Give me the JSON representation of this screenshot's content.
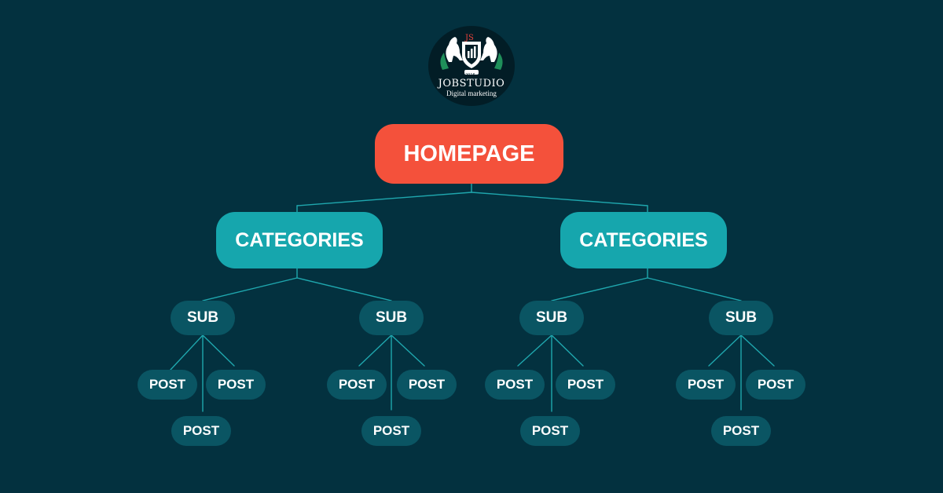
{
  "brand": {
    "name": "JOBSTUDIO",
    "tagline": "Digital marketing",
    "monogram": "JS",
    "year": "2016"
  },
  "colors": {
    "background": "#03313f",
    "homepage": "#f4513b",
    "category": "#16a6ad",
    "sub": "#0a5563",
    "connector": "#1fa7ae"
  },
  "tree": {
    "root": "HOMEPAGE",
    "categories": [
      {
        "label": "CATEGORIES",
        "subs": [
          {
            "label": "SUB",
            "posts": [
              "POST",
              "POST",
              "POST"
            ]
          },
          {
            "label": "SUB",
            "posts": [
              "POST",
              "POST",
              "POST"
            ]
          }
        ]
      },
      {
        "label": "CATEGORIES",
        "subs": [
          {
            "label": "SUB",
            "posts": [
              "POST",
              "POST",
              "POST"
            ]
          },
          {
            "label": "SUB",
            "posts": [
              "POST",
              "POST",
              "POST"
            ]
          }
        ]
      }
    ]
  }
}
